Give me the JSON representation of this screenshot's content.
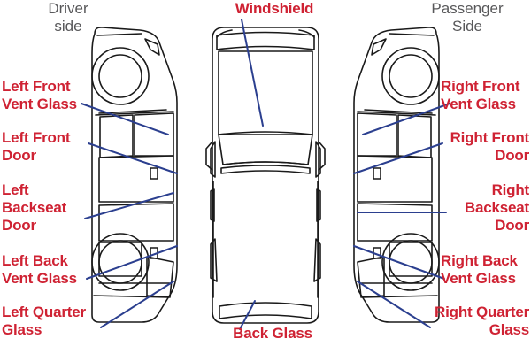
{
  "diagram": {
    "title_driver": "Driver\nside",
    "title_passenger": "Passenger\nSide",
    "label_color": "#cf2233",
    "title_color": "#58585a",
    "leader_color": "#2b3f8f",
    "outline_color": "#1a1a1a",
    "background": "#ffffff"
  },
  "labels": {
    "windshield": "Windshield",
    "back_glass": "Back Glass",
    "left_front_vent_glass": "Left Front\nVent Glass",
    "left_front_door": "Left Front\nDoor",
    "left_backseat_door": "Left\nBackseat\nDoor",
    "left_back_vent_glass": "Left Back\nVent Glass",
    "left_quarter_glass": "Left Quarter\nGlass",
    "right_front_vent_glass": "Right Front\nVent Glass",
    "right_front_door": "Right Front\nDoor",
    "right_backseat_door": "Right\nBackseat\nDoor",
    "right_back_vent_glass": "Right Back\nVent Glass",
    "right_quarter_glass": "Right Quarter\nGlass"
  },
  "views": [
    {
      "name": "driver-side-view",
      "position": "left"
    },
    {
      "name": "top-view",
      "position": "center"
    },
    {
      "name": "passenger-side-view",
      "position": "right"
    }
  ]
}
